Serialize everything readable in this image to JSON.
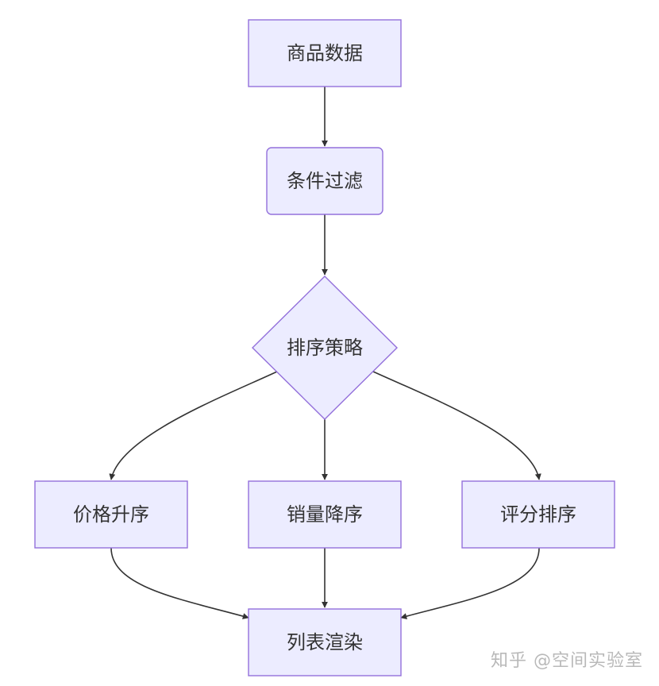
{
  "diagram": {
    "nodes": {
      "product_data": "商品数据",
      "condition_filter": "条件过滤",
      "sort_strategy": "排序策略",
      "price_asc": "价格升序",
      "sales_desc": "销量降序",
      "rating_sort": "评分排序",
      "list_render": "列表渲染"
    },
    "colors": {
      "node_fill": "#ececff",
      "node_stroke": "#9370db",
      "edge": "#333333",
      "text": "#333333"
    }
  },
  "watermark": {
    "text": "知乎 @空间实验室"
  }
}
